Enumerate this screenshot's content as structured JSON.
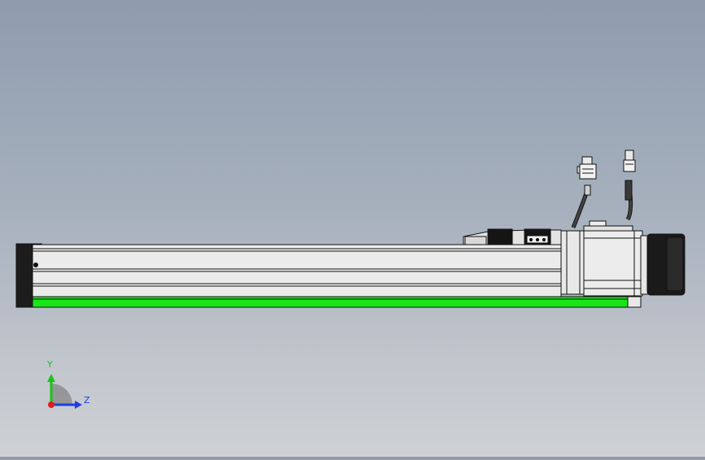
{
  "viewport": {
    "background_top": "#8f9cae",
    "background_bottom": "#cfd1d4",
    "model": "linear-actuator-with-servo-motor",
    "view": "side"
  },
  "colors": {
    "body": "#e8e8e8",
    "outline": "#111111",
    "accent_strip": "#19e619",
    "motor_cap": "#1a1a1a",
    "axis_y": "#19c419",
    "axis_z": "#1f3fe0",
    "axis_x": "#e01f1f"
  },
  "triad": {
    "y_label": "Y",
    "z_label": "Z"
  }
}
